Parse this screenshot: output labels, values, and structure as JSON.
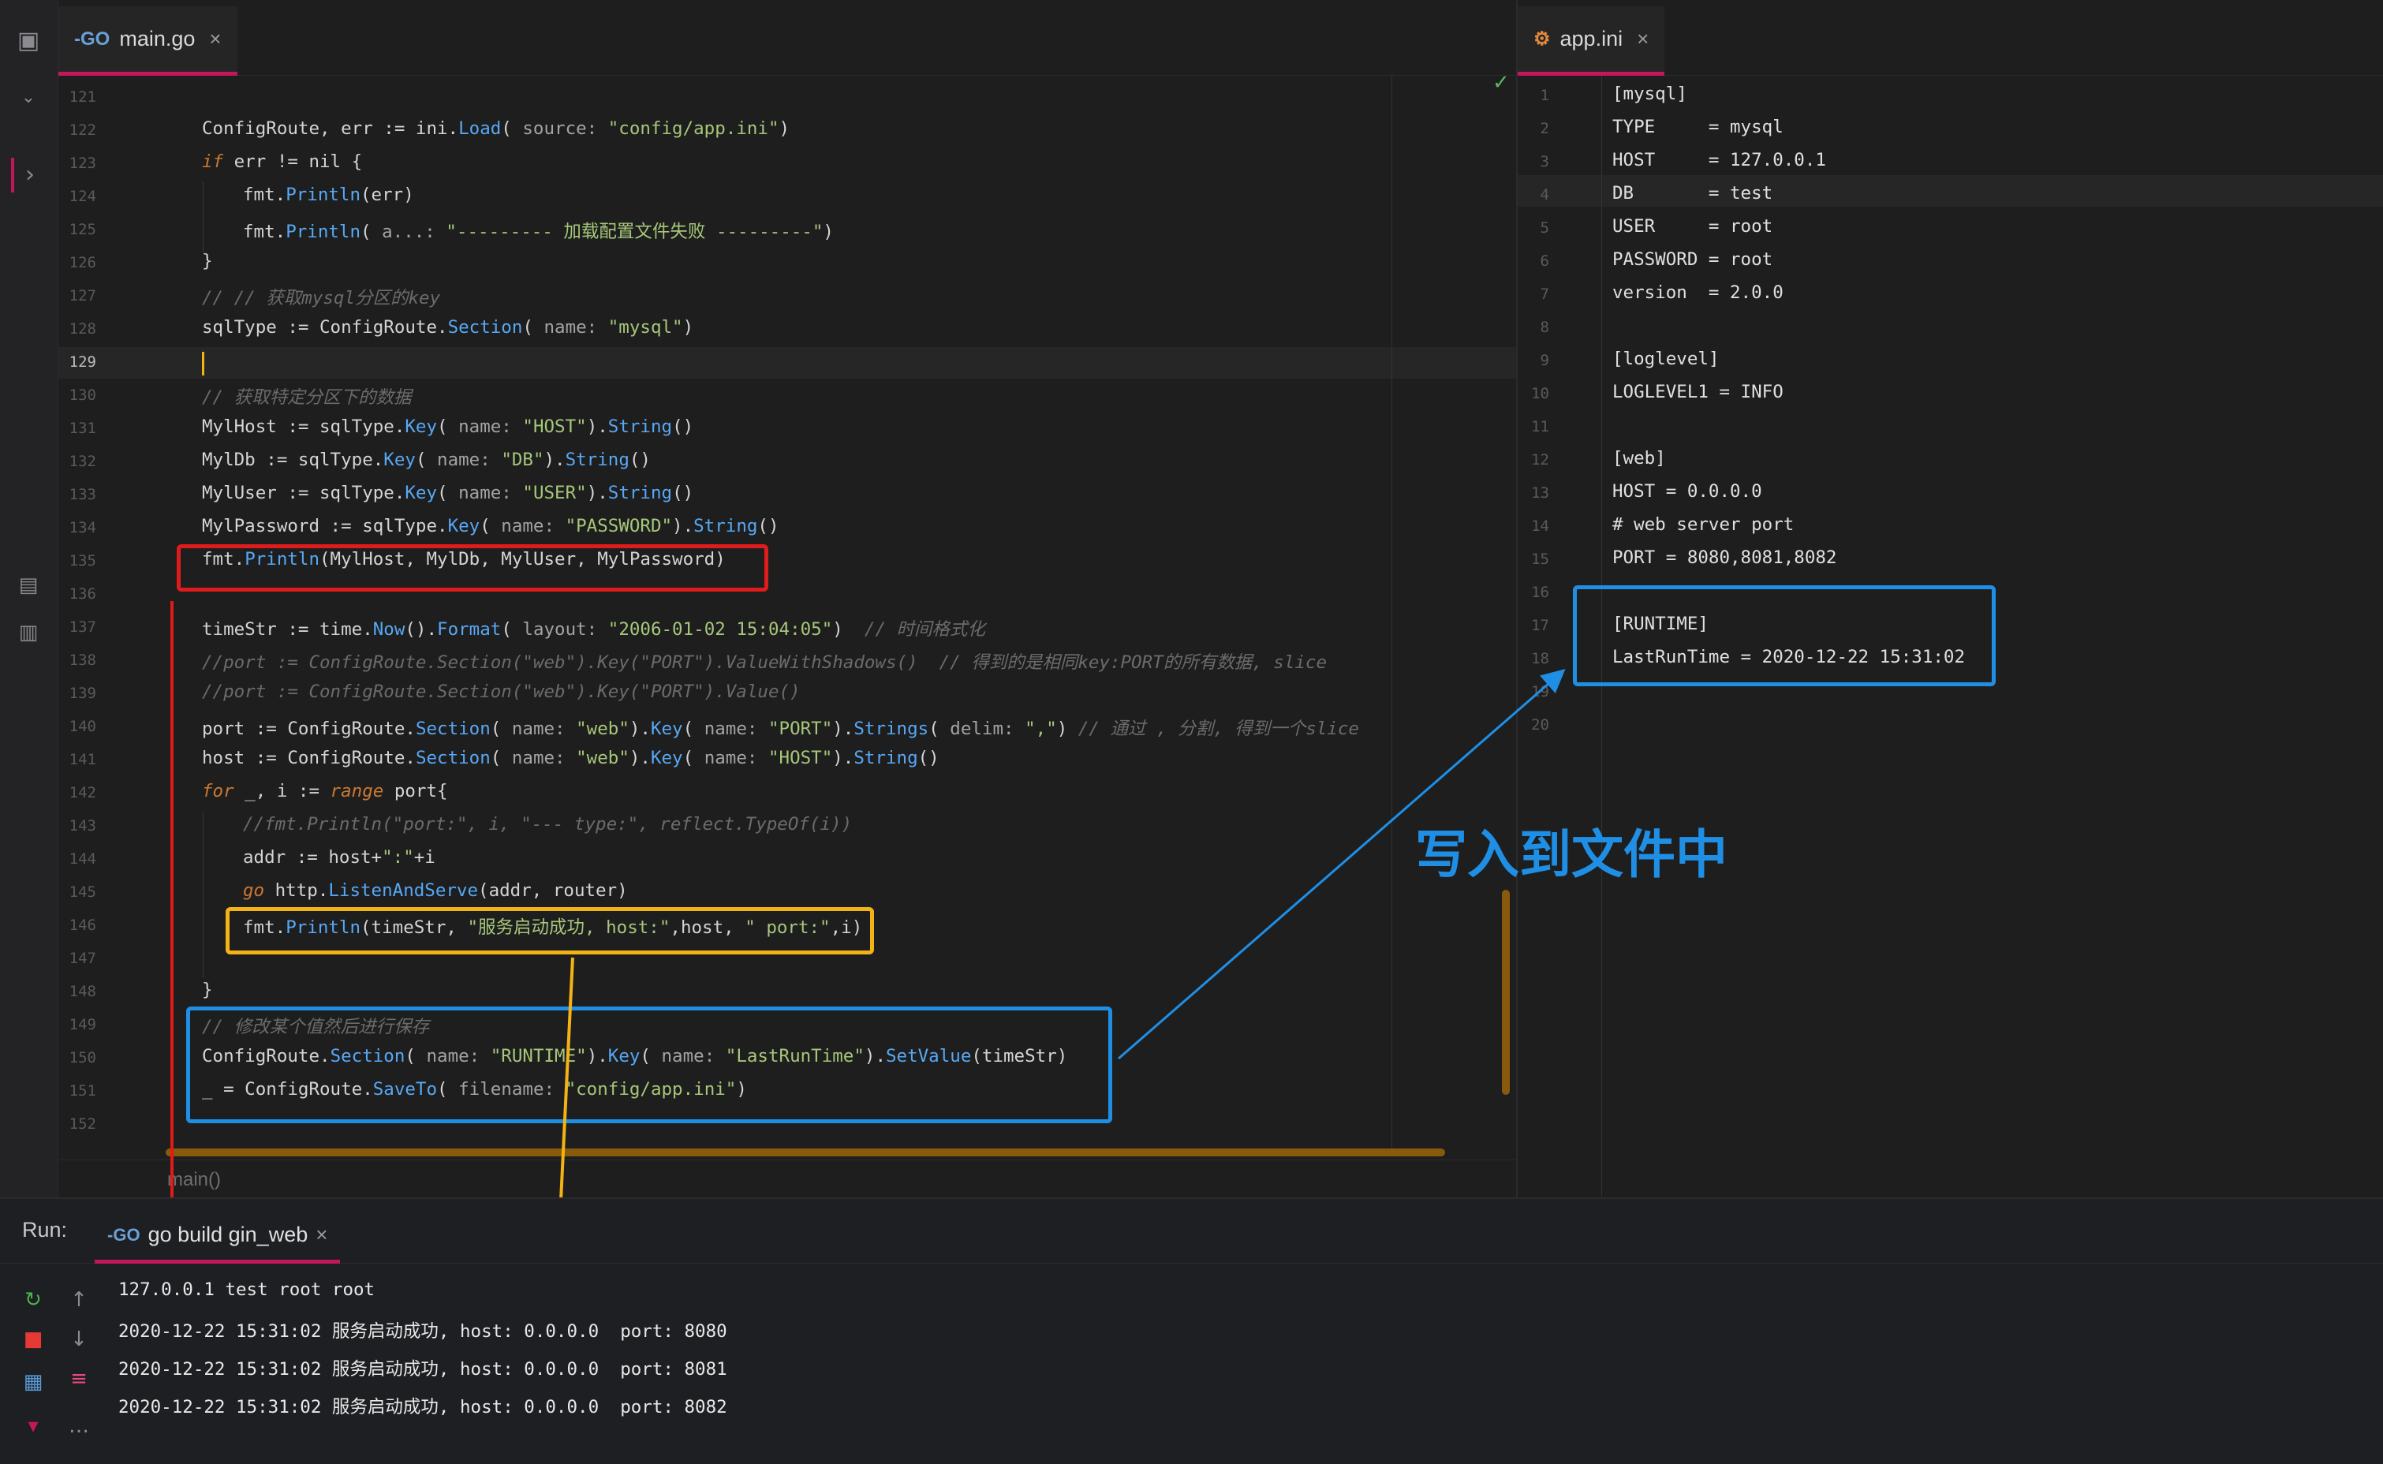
{
  "left_editor": {
    "tab_label": "main.go",
    "tab_close": "×",
    "tab_icon": "go-file-icon",
    "breadcrumb": "main()",
    "line_numbers": [
      "121",
      "122",
      "123",
      "124",
      "125",
      "126",
      "127",
      "128",
      "129",
      "130",
      "131",
      "132",
      "133",
      "134",
      "135",
      "136",
      "137",
      "138",
      "139",
      "140",
      "141",
      "142",
      "143",
      "144",
      "145",
      "146",
      "147",
      "148",
      "149",
      "150",
      "151",
      "152"
    ]
  },
  "right_editor": {
    "tab_label": "app.ini",
    "tab_close": "×",
    "tab_icon": "ini-file-icon",
    "lines": [
      {
        "n": "1",
        "text": "[mysql]"
      },
      {
        "n": "2",
        "text": "TYPE     = mysql"
      },
      {
        "n": "3",
        "text": "HOST     = 127.0.0.1"
      },
      {
        "n": "4",
        "text": "DB       = test"
      },
      {
        "n": "5",
        "text": "USER     = root"
      },
      {
        "n": "6",
        "text": "PASSWORD = root"
      },
      {
        "n": "7",
        "text": "version  = 2.0.0"
      },
      {
        "n": "8",
        "text": ""
      },
      {
        "n": "9",
        "text": "[loglevel]"
      },
      {
        "n": "10",
        "text": "LOGLEVEL1 = INFO"
      },
      {
        "n": "11",
        "text": ""
      },
      {
        "n": "12",
        "text": "[web]"
      },
      {
        "n": "13",
        "text": "HOST = 0.0.0.0"
      },
      {
        "n": "14",
        "text": "# web server port"
      },
      {
        "n": "15",
        "text": "PORT = 8080,8081,8082"
      },
      {
        "n": "16",
        "text": ""
      },
      {
        "n": "17",
        "text": "[RUNTIME]"
      },
      {
        "n": "18",
        "text": "LastRunTime = 2020-12-22 15:31:02"
      },
      {
        "n": "19",
        "text": ""
      },
      {
        "n": "20",
        "text": ""
      }
    ]
  },
  "annotation": {
    "text": "写入到文件中"
  },
  "run_panel": {
    "label": "Run:",
    "tab_label": "go build gin_web",
    "tab_close": "×",
    "output": [
      "127.0.0.1 test root root",
      "2020-12-22 15:31:02 服务启动成功, host: 0.0.0.0  port: 8080",
      "2020-12-22 15:31:02 服务启动成功, host: 0.0.0.0  port: 8081",
      "2020-12-22 15:31:02 服务启动成功, host: 0.0.0.0  port: 8082"
    ]
  },
  "code": {
    "l122_a": "ConfigRoute, err := ini.",
    "l122_fn": "Load",
    "l122_b": "( ",
    "l122_hint": "source: ",
    "l122_str": "\"config/app.ini\"",
    "l122_c": ")",
    "l123_kw": "if",
    "l123_a": " err != nil {",
    "l124_a": "fmt.",
    "l124_fn": "Println",
    "l124_b": "(err)",
    "l125_a": "fmt.",
    "l125_fn": "Println",
    "l125_b": "( ",
    "l125_hint": "a...: ",
    "l125_str": "\"--------- 加载配置文件失败 ---------\"",
    "l125_c": ")",
    "l126": "}",
    "l127": "// // 获取mysql分区的key",
    "l128_a": "sqlType := ConfigRoute.",
    "l128_fn": "Section",
    "l128_b": "( ",
    "l128_hint": "name: ",
    "l128_str": "\"mysql\"",
    "l128_c": ")",
    "l130": "// 获取特定分区下的数据",
    "l131_a": "MylHost := sqlType.",
    "l131_fn": "Key",
    "l131_b": "( ",
    "l131_hint": "name: ",
    "l131_str": "\"HOST\"",
    "l131_c": ").",
    "l131_fn2": "String",
    "l131_d": "()",
    "l132_a": "MylDb := sqlType.",
    "l132_fn": "Key",
    "l132_b": "( ",
    "l132_hint": "name: ",
    "l132_str": "\"DB\"",
    "l132_c": ").",
    "l132_fn2": "String",
    "l132_d": "()",
    "l133_a": "MylUser := sqlType.",
    "l133_fn": "Key",
    "l133_b": "( ",
    "l133_hint": "name: ",
    "l133_str": "\"USER\"",
    "l133_c": ").",
    "l133_fn2": "String",
    "l133_d": "()",
    "l134_a": "MylPassword := sqlType.",
    "l134_fn": "Key",
    "l134_b": "( ",
    "l134_hint": "name: ",
    "l134_str": "\"PASSWORD\"",
    "l134_c": ").",
    "l134_fn2": "String",
    "l134_d": "()",
    "l135_a": "fmt.",
    "l135_fn": "Println",
    "l135_b": "(MylHost, MylDb, MylUser, MylPassword)",
    "l137_a": "timeStr := time.",
    "l137_fn": "Now",
    "l137_b": "().",
    "l137_fn2": "Format",
    "l137_c": "( ",
    "l137_hint": "layout: ",
    "l137_str": "\"2006-01-02 15:04:05\"",
    "l137_d": ")  ",
    "l137_cm": "// 时间格式化",
    "l138": "//port := ConfigRoute.Section(\"web\").Key(\"PORT\").ValueWithShadows()  // 得到的是相同key:PORT的所有数据, slice",
    "l139": "//port := ConfigRoute.Section(\"web\").Key(\"PORT\").Value()",
    "l140_a": "port := ConfigRoute.",
    "l140_fn": "Section",
    "l140_b": "( ",
    "l140_hint": "name: ",
    "l140_str": "\"web\"",
    "l140_c": ").",
    "l140_fn2": "Key",
    "l140_d": "( ",
    "l140_hint2": "name: ",
    "l140_str2": "\"PORT\"",
    "l140_e": ").",
    "l140_fn3": "Strings",
    "l140_f": "( ",
    "l140_hint3": "delim: ",
    "l140_str3": "\",\"",
    "l140_g": ") ",
    "l140_cm": "// 通过 , 分割, 得到一个slice",
    "l141_a": "host := ConfigRoute.",
    "l141_fn": "Section",
    "l141_b": "( ",
    "l141_hint": "name: ",
    "l141_str": "\"web\"",
    "l141_c": ").",
    "l141_fn2": "Key",
    "l141_d": "( ",
    "l141_hint2": "name: ",
    "l141_str2": "\"HOST\"",
    "l141_e": ").",
    "l141_fn3": "String",
    "l141_f": "()",
    "l142_kw": "for",
    "l142_a": " _, i := ",
    "l142_kw2": "range",
    "l142_b": " port{",
    "l143": "//fmt.Println(\"port:\", i, \"--- type:\", reflect.TypeOf(i))",
    "l144_a": "addr := host+",
    "l144_str": "\":\"",
    "l144_b": "+i",
    "l145_kw": "go",
    "l145_a": " http.",
    "l145_fn": "ListenAndServe",
    "l145_b": "(addr, router)",
    "l146_a": "fmt.",
    "l146_fn": "Println",
    "l146_b": "(timeStr, ",
    "l146_str": "\"服务启动成功, host:\"",
    "l146_c": ",host, ",
    "l146_str2": "\" port:\"",
    "l146_d": ",i)",
    "l148": "}",
    "l149": "// 修改某个值然后进行保存",
    "l150_a": "ConfigRoute.",
    "l150_fn": "Section",
    "l150_b": "( ",
    "l150_hint": "name: ",
    "l150_str": "\"RUNTIME\"",
    "l150_c": ").",
    "l150_fn2": "Key",
    "l150_d": "( ",
    "l150_hint2": "name: ",
    "l150_str2": "\"LastRunTime\"",
    "l150_e": ").",
    "l150_fn3": "SetValue",
    "l150_f": "(timeStr)",
    "l151_a": "_ = ConfigRoute.",
    "l151_fn": "SaveTo",
    "l151_b": "( ",
    "l151_hint": "filename: ",
    "l151_str": "\"config/app.ini\"",
    "l151_c": ")"
  },
  "colors": {
    "red_box": "#e01b1b",
    "orange_box": "#f3b316",
    "blue_box": "#1f8fe6",
    "tab_accent": "#c2185b"
  }
}
